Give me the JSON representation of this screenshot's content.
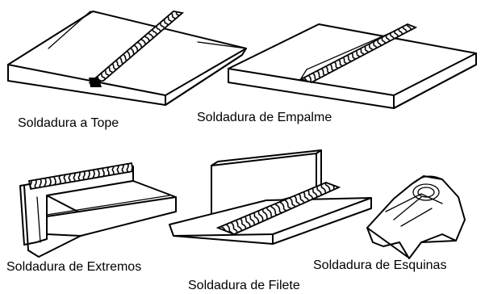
{
  "labels": {
    "butt": "Soldadura a Tope",
    "lap": "Soldadura de Empalme",
    "edge": "Soldadura de Extremos",
    "corner": "Soldadura de Esquinas",
    "fillet": "Soldadura de Filete"
  }
}
